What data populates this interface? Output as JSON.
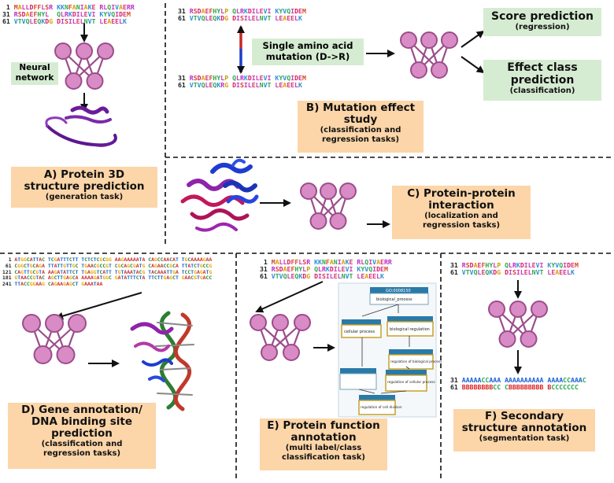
{
  "colors": {
    "node_fill": "#d98bc6",
    "node_stroke": "#9b4d8b",
    "edge": "#9b4d8b",
    "label_bg": "#fcd5a8",
    "green_bg": "#d6ecd2",
    "arrow": "#111111",
    "protein": "#6a1b9a",
    "mut_up": "#c62828",
    "mut_down": "#1a3fcf"
  },
  "panel_a": {
    "seq_lines": [
      {
        "n": "1",
        "s": "MALLDFFLSR KKNFANIAKE RLQIVAERR"
      },
      {
        "n": "31",
        "s": "RSDAEFHYL  QLRKDILEVI KYVQIDEM"
      },
      {
        "n": "61",
        "s": "VTVQLEQKDG DISILELNVT LEAEELK"
      }
    ],
    "nn_label": "Neural\nnetwork",
    "title": "A) Protein 3D\nstructure prediction",
    "subtitle": "(generation task)"
  },
  "panel_b": {
    "seq_top": [
      {
        "n": "31",
        "s": "RSDAEFHYLP QLRKDILEVI KYVQIDEM"
      },
      {
        "n": "61",
        "s": "VTVQLEQKDG DISILELNVT LEAEELK"
      }
    ],
    "seq_bottom": [
      {
        "n": "31",
        "s": "RSDAEFHYLP QLRKDILEVI KYVQIDEM"
      },
      {
        "n": "61",
        "s": "VTVQLEQKRG DISILELNVT LEAEELK"
      }
    ],
    "mutation_label": "Single amino acid\nmutation (D->R)",
    "score_title": "Score prediction",
    "score_sub": "(regression)",
    "effect_title": "Effect class\nprediction",
    "effect_sub": "(classification)",
    "title": "B) Mutation effect\nstudy",
    "subtitle": "(classification and\nregression tasks)"
  },
  "panel_c": {
    "title": "C) Protein-protein\ninteraction",
    "subtitle": "(localization and\nregression tasks)"
  },
  "panel_d": {
    "seq_lines": [
      {
        "n": "1",
        "s": "ATGGCATTAC TCGATTTCTT TCTCTCGCGG AAGAAAAATA CAGCCAACAT TGCAAAAGAA"
      },
      {
        "n": "61",
        "s": "CGGCTGCAGA TTATTGTTGC TGAACGCCGT CGCAGCGATG CAGAACCGCA TTATCTGCCG"
      },
      {
        "n": "121",
        "s": "CAGTTGCGTA AAGATATTCT TGAGGTCATT TGTAAATACG TACAAATTGA TCCTGAGATG"
      },
      {
        "n": "181",
        "s": "GTAACCGTAC AGCTTGAGCA AAAAGATGGC GATATTTCTA TTCTTGAGCT GAACGTGACC"
      },
      {
        "n": "241",
        "s": "TTACCGGAAG CAGAAGAGCT GAAATAA"
      }
    ],
    "title": "D) Gene annotation/\nDNA binding site\nprediction",
    "subtitle": "(classification and\nregression tasks)"
  },
  "panel_e": {
    "seq_lines": [
      {
        "n": "1",
        "s": "MALLDFFLSR KKNFANIAKE RLQIVAERR"
      },
      {
        "n": "31",
        "s": "RSDAEFHYLP QLRKDILEVI KYVQIDEM"
      },
      {
        "n": "61",
        "s": "VTVQLEQKDG DISILELNVT LEAEELK"
      }
    ],
    "go_header": "GO:0008150",
    "go_nodes": [
      "biological_process",
      "cellular process",
      "biological regulation",
      "regulation of biological process",
      "regulation of cellular process",
      "regulation of cell division"
    ],
    "title": "E) Protein function\nannotation",
    "subtitle": "(multi label/class\nclassification task)"
  },
  "panel_f": {
    "seq_lines": [
      {
        "n": "31",
        "s": "RSDAEFHYLP QLRKDILEVI KYVQIDEM"
      },
      {
        "n": "61",
        "s": "VTVQLEQKDG DISILELNVT LEAEELK"
      }
    ],
    "ss_lines": [
      {
        "n": "31",
        "s": "AAAAACCAAA AAAAAAAAAA AAAACCAAAC"
      },
      {
        "n": "61",
        "s": "BBBBBBBBCC CBBBBBBBBB BCCCCCCC"
      }
    ],
    "title": "F) Secondary\nstructure annotation",
    "subtitle": "(segmentation task)"
  }
}
